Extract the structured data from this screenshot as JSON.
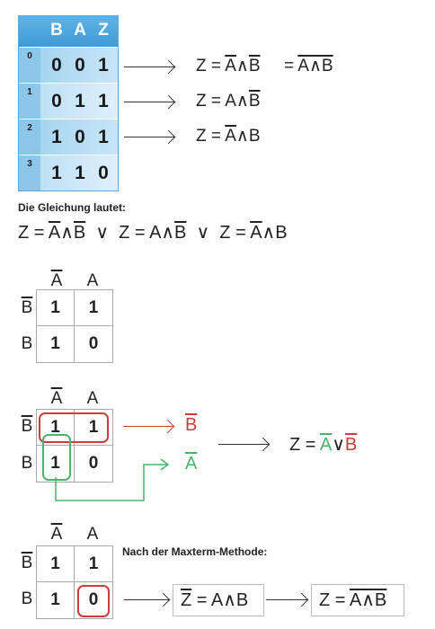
{
  "truth_table": {
    "headers": [
      "B",
      "A",
      "Z"
    ],
    "rows": [
      {
        "index": "0",
        "B": "0",
        "A": "0",
        "Z": "1"
      },
      {
        "index": "1",
        "B": "0",
        "A": "1",
        "Z": "1"
      },
      {
        "index": "2",
        "B": "1",
        "A": "0",
        "Z": "1"
      },
      {
        "index": "3",
        "B": "1",
        "A": "1",
        "Z": "0"
      }
    ]
  },
  "symbols": {
    "Z": "Z",
    "A": "A",
    "B": "B",
    "eq": "=",
    "and": "∧",
    "or": "∨",
    "eqonly": "="
  },
  "equation_label": "Die Gleichung lautet:",
  "maxterm_label": "Nach der Maxterm-Methode:",
  "kmap": {
    "col_headers": [
      "A",
      "A"
    ],
    "row_headers": [
      "B",
      "B"
    ],
    "cells": [
      [
        "1",
        "1"
      ],
      [
        "1",
        "0"
      ]
    ]
  },
  "colors": {
    "header_blue": "#3f9bd6",
    "highlight_red": "#d03a3a",
    "highlight_green": "#4bb36b"
  }
}
